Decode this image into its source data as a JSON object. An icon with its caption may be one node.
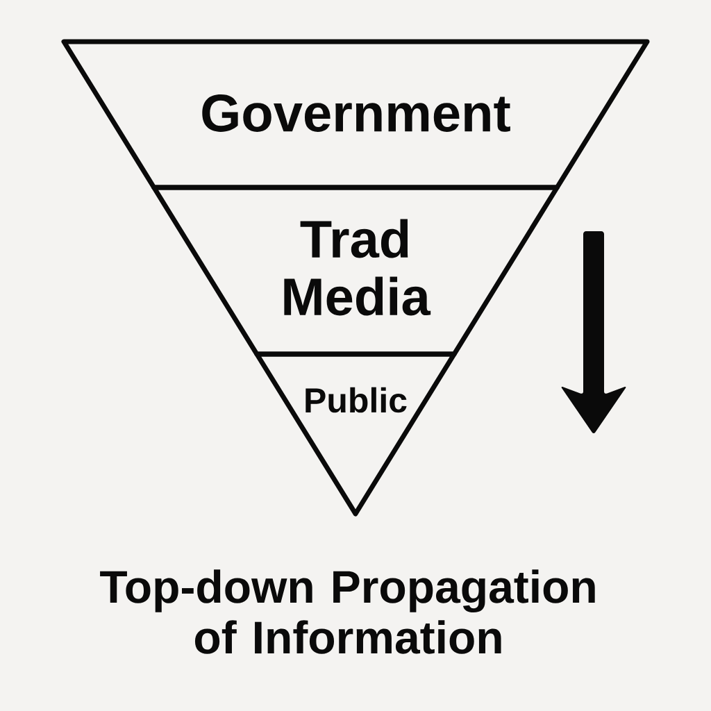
{
  "diagram": {
    "caption": "Top-down Propagation of Information",
    "nodes": [
      {
        "text": [
          "Government"
        ]
      },
      {
        "text": [
          "Trad Media"
        ]
      },
      {
        "text": [
          "Public"
        ]
      }
    ]
  }
}
